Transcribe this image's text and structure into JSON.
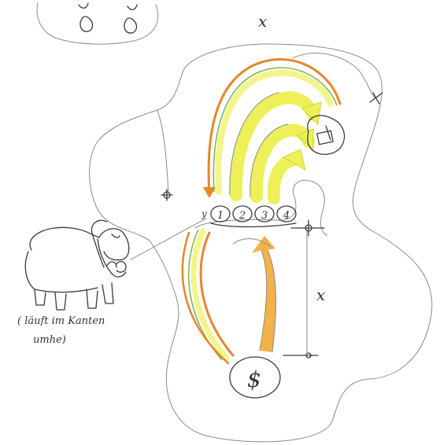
{
  "diagram": {
    "slots": [
      {
        "label": "1"
      },
      {
        "label": "2"
      },
      {
        "label": "3"
      },
      {
        "label": "4"
      }
    ],
    "marks": {
      "top_x": "x",
      "side_x": "x",
      "money": "$"
    },
    "note": {
      "line1": "( läuft im Kanten",
      "line2": "umhe)"
    },
    "colors": {
      "orange": "#e8862a",
      "light_orange": "#f2b24a",
      "yellow": "#eef05a",
      "pale_yellow": "#f4f48c",
      "green": "#7fb24a",
      "ink": "#555555"
    }
  }
}
